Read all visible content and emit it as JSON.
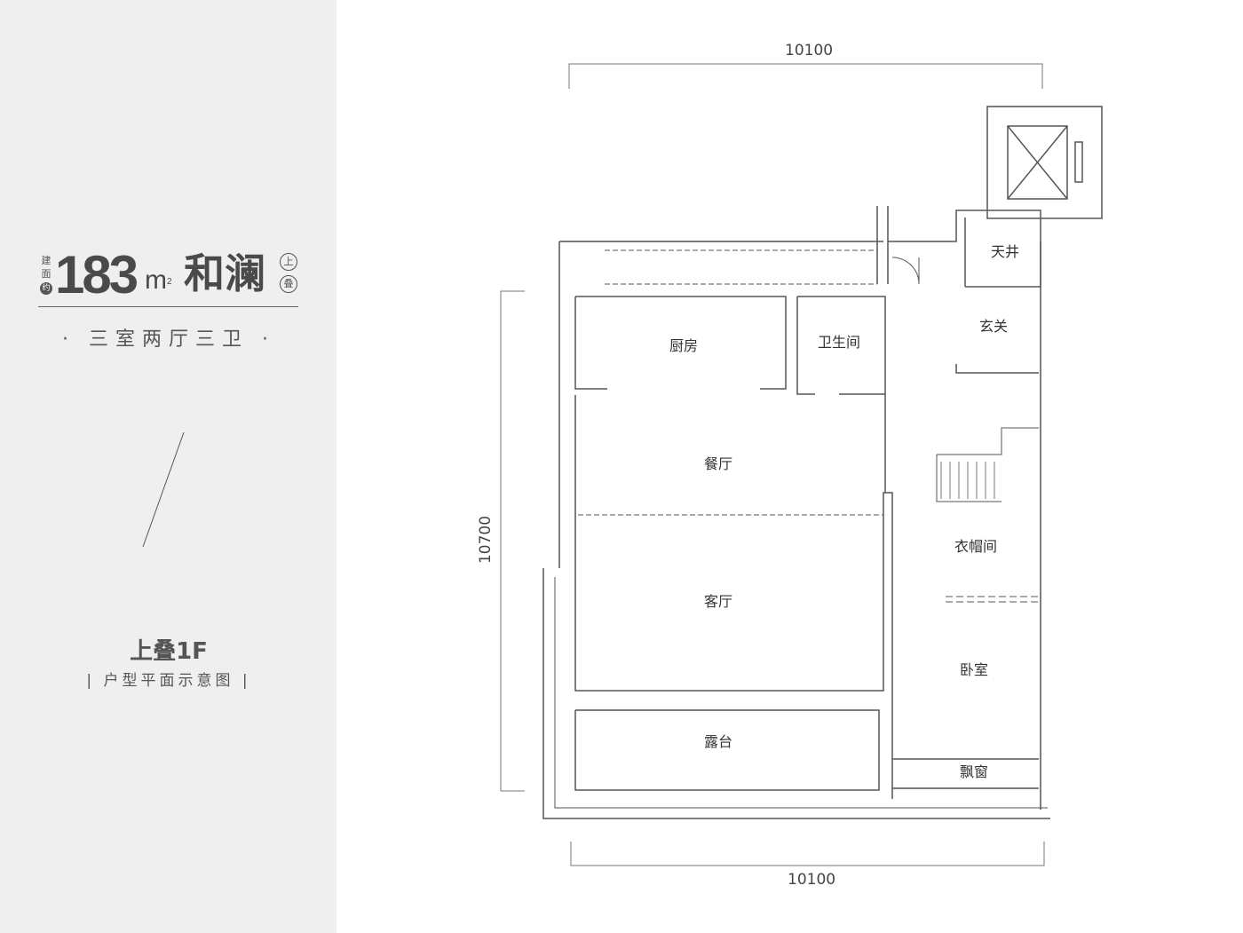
{
  "header": {
    "area_label": [
      "建",
      "面"
    ],
    "area_prefix": "约",
    "area_value": "183",
    "area_unit": "m",
    "area_sup": "2",
    "project_name": "和澜",
    "badge_top": "上",
    "badge_bottom": "叠",
    "layout": "· 三室两厅三卫 ·"
  },
  "floor": {
    "title": "上叠1F",
    "subtitle": "| 户型平面示意图 |"
  },
  "plan": {
    "dimensions": {
      "top": "10100",
      "bottom": "10100",
      "left": "10700"
    },
    "rooms": {
      "kitchen": "厨房",
      "bathroom": "卫生间",
      "courtyard": "天井",
      "foyer": "玄关",
      "dining": "餐厅",
      "closet": "衣帽间",
      "living": "客厅",
      "bedroom": "卧室",
      "terrace": "露台",
      "bay_window": "飘窗"
    }
  }
}
